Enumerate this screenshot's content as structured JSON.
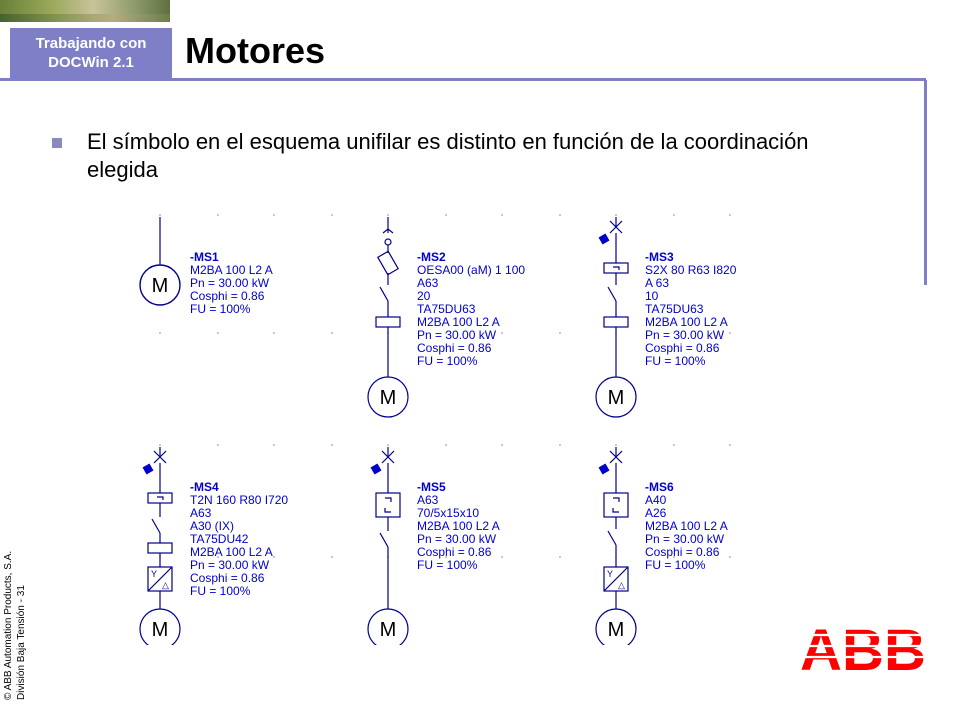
{
  "header": {
    "tag_line1": "Trabajando con",
    "tag_line2": "DOCWin 2.1",
    "title": "Motores"
  },
  "bullet": {
    "text": "El símbolo en el esquema unifilar es distinto en función de la coordinación elegida"
  },
  "diagram": {
    "motor_symbol": "M",
    "ms1": [
      "-MS1",
      "M2BA  100 L2 A",
      "Pn = 30.00 kW",
      "Cosphi = 0.86",
      "FU = 100%"
    ],
    "ms2": [
      "-MS2",
      "OESA00 (aM) 1 100",
      "A63",
      "20",
      "TA75DU63",
      "M2BA  100 L2 A",
      "Pn = 30.00 kW",
      "Cosphi = 0.86",
      "FU = 100%"
    ],
    "ms3": [
      "-MS3",
      "S2X 80 R63 I820",
      "A 63",
      "10",
      "TA75DU63",
      "M2BA  100 L2 A",
      "Pn = 30.00 kW",
      "Cosphi = 0.86",
      "FU = 100%"
    ],
    "ms4": [
      "-MS4",
      "T2N 160 R80 I720",
      "A63",
      "A30 (IX)",
      "TA75DU42",
      "M2BA  100 L2 A",
      "Pn = 30.00 kW",
      "Cosphi = 0.86",
      "FU = 100%"
    ],
    "ms5": [
      "-MS5",
      "A63",
      "70/5x15x10",
      "M2BA  100 L2 A",
      "Pn = 30.00 kW",
      "Cosphi = 0.86",
      "FU = 100%"
    ],
    "ms6": [
      "-MS6",
      "A40",
      "A26",
      "M2BA  100 L2 A",
      "Pn = 30.00 kW",
      "Cosphi = 0.86",
      "FU = 100%"
    ]
  },
  "footer": {
    "line1": "© ABB Automation Products, S.A.",
    "line2": "División Baja Tensión - 31"
  },
  "logo": {
    "text": "ABB",
    "color": "#ff0000"
  },
  "colors": {
    "accent": "#7f7fc7",
    "diagram_blue": "#0000cc"
  }
}
